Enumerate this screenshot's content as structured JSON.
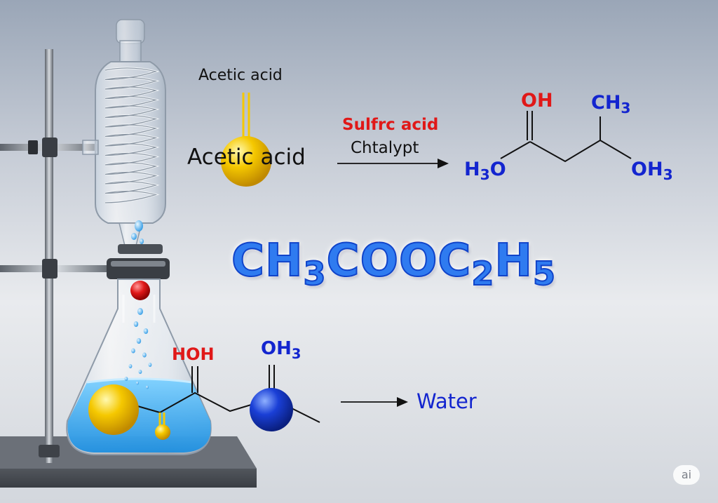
{
  "labels": {
    "acetic_small": "Acetic acid",
    "acetic_main": "Acetic acid",
    "catalyst_name": "Sulfrc acid",
    "catalyst_word": "Chtalypt",
    "water": "Water",
    "badge": "ai"
  },
  "formula": {
    "parts": [
      "CH",
      "3",
      "COOC",
      "2",
      "H",
      "5"
    ]
  },
  "product_structure": {
    "oh_top": {
      "text": "OH"
    },
    "ch3": {
      "main": "CH",
      "sub": "3"
    },
    "h3o": {
      "main": "H",
      "sub": "3",
      "end": "O"
    },
    "oh3": {
      "main": "OH",
      "sub": "3"
    }
  },
  "flask_structure": {
    "hoh": "HOH",
    "oh3": {
      "main": "OH",
      "sub": "3"
    }
  },
  "colors": {
    "structure_blue": "#1325cf",
    "structure_red": "#e01818",
    "formula_blue": "#2f7bf0",
    "liquid": "#3ba9ee",
    "yellow_atom": "#f5c800",
    "blue_atom": "#1a3fd6",
    "red_atom": "#e01818"
  }
}
